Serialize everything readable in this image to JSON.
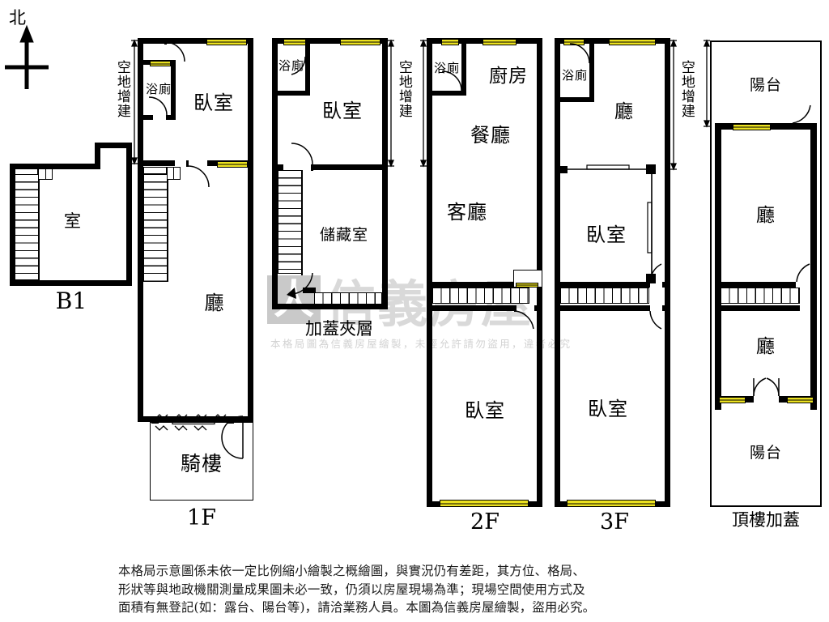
{
  "compass": {
    "label": "北",
    "icon": "north-arrow-icon"
  },
  "annotations": {
    "vacant_land_extension": "空地增建"
  },
  "colors": {
    "wall": "#000000",
    "window": "#ebe11f",
    "watermark": "#d9d9d9",
    "background": "#ffffff"
  },
  "watermark": {
    "brand": "信義房屋",
    "note": "本格局圖為信義房屋繪製，未經允許請勿盜用，違者必究"
  },
  "floors": [
    {
      "id": "b1",
      "caption": "B1",
      "rooms": [
        {
          "name": "室"
        }
      ]
    },
    {
      "id": "1f",
      "caption": "1F",
      "rooms": [
        {
          "name": "浴廁"
        },
        {
          "name": "臥室"
        },
        {
          "name": "廳"
        },
        {
          "name": "騎樓"
        }
      ]
    },
    {
      "id": "mezzanine",
      "caption": "加蓋夾層",
      "rooms": [
        {
          "name": "浴廁"
        },
        {
          "name": "臥室"
        },
        {
          "name": "儲藏室"
        }
      ]
    },
    {
      "id": "2f",
      "caption": "2F",
      "rooms": [
        {
          "name": "浴廁"
        },
        {
          "name": "廚房"
        },
        {
          "name": "餐廳"
        },
        {
          "name": "客廳"
        },
        {
          "name": "臥室"
        }
      ]
    },
    {
      "id": "3f",
      "caption": "3F",
      "rooms": [
        {
          "name": "浴廁"
        },
        {
          "name": "廳"
        },
        {
          "name": "臥室"
        },
        {
          "name": "臥室"
        }
      ]
    },
    {
      "id": "rooftop",
      "caption": "頂樓加蓋",
      "rooms": [
        {
          "name": "陽台"
        },
        {
          "name": "廳"
        },
        {
          "name": "廳"
        },
        {
          "name": "陽台"
        }
      ]
    }
  ],
  "disclaimer": {
    "line1": "本格局示意圖係未依一定比例縮小繪製之概繪圖，與實況仍有差距，其方位、格局、",
    "line2": "形狀等與地政機關測量成果圖未必一致，仍須以房屋現場為準；現場空間使用方式及",
    "line3": "面積有無登記(如：露台、陽台等)，請洽業務人員。本圖為信義房屋繪製，盜用必究。"
  }
}
